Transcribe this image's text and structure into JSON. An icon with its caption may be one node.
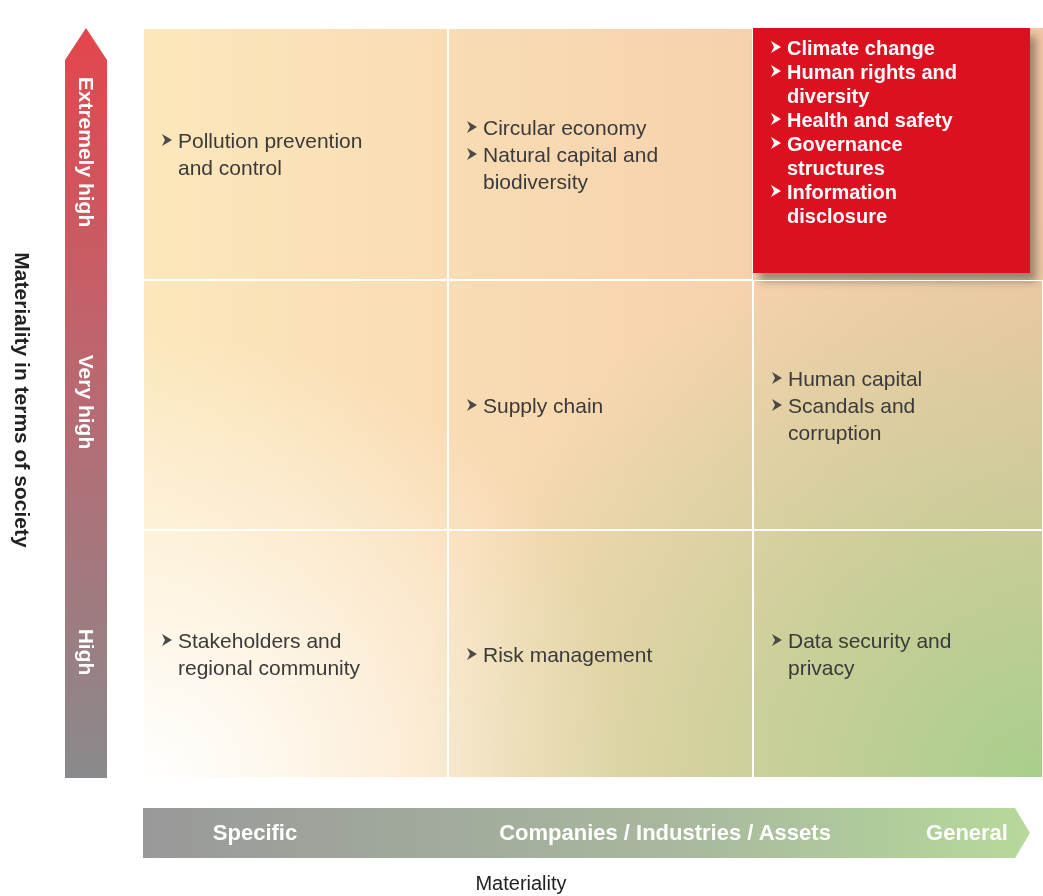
{
  "diagram": {
    "nodes": [
      {
        "text": [
          "Pollution prevention and control"
        ]
      },
      {
        "text": [
          "Circular economy",
          "Natural capital and biodiversity"
        ]
      },
      {
        "text": [
          "Climate change",
          "Human rights and diversity",
          "Health and safety",
          "Governance structures",
          "Information disclosure"
        ]
      },
      {
        "text": [],
        "shape": "box"
      },
      {
        "text": [
          "Supply chain"
        ]
      },
      {
        "text": [
          "Human capital",
          "Scandals and corruption"
        ]
      },
      {
        "text": [
          "Stakeholders and regional community"
        ]
      },
      {
        "text": [
          "Risk management"
        ]
      },
      {
        "text": [
          "Data security and privacy"
        ]
      }
    ],
    "labels": [
      "Materiality in terms of society",
      "Extremely high",
      "Very high",
      "High",
      "Specific",
      "Companies / Industries / Assets",
      "General",
      "Materiality"
    ]
  }
}
